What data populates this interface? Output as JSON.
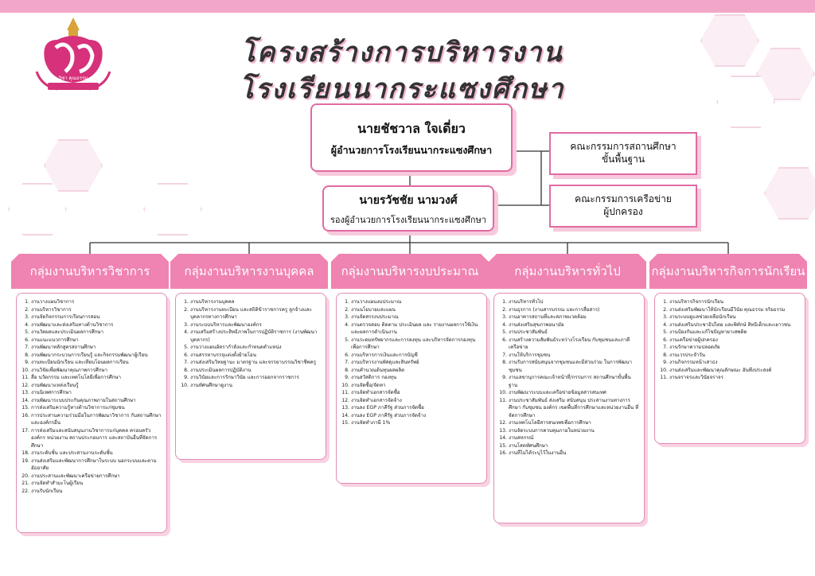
{
  "header": {
    "title_line1": "โครงสร้างการบริหารงาน",
    "title_line2": "โรงเรียนนากระแซงศึกษา"
  },
  "logo": {
    "icon": "school-crest-icon",
    "motto": "วิชา คุณธรรม"
  },
  "director": {
    "name": "นายชัชวาล ใจเดี่ยว",
    "position": "ผู้อำนวยการโรงเรียนนากระแซงศึกษา"
  },
  "deputy": {
    "name": "นายรวัชชัย นามวงศ์",
    "position": "รองผู้อำนวยการโรงเรียนนากระแซงศึกษา"
  },
  "committees": [
    {
      "line1": "คณะกรรมการสถานศึกษา",
      "line2": "ขั้นพื้นฐาน"
    },
    {
      "line1": "คณะกรรมการเครือข่าย",
      "line2": "ผู้ปกครอง"
    }
  ],
  "groups": [
    {
      "title": "กลุ่มงานบริหารวิชาการ",
      "items": [
        "งานวางแผนวิชาการ",
        "งานบริหารวิชาการ",
        "งานจัดกิจกรรมการเรียนการสอน",
        "งานพัฒนาและส่งเสริมทางด้านวิชาการ",
        "งานวัดผลและประเมินผลการศึกษา",
        "งานแนะแนวการศึกษา",
        "งานพัฒนาหลักสูตรสถานศึกษา",
        "งานพัฒนากระบวนการเรียนรู้ และกิจกรรมพัฒนาผู้เรียน",
        "งานทะเบียนนักเรียน และเทียบโอนผลการเรียน",
        "งานวิจัยเพื่อพัฒนาคุณภาพการศึกษา",
        "สื่อ นวัตกรรม และเทคโนโลยีเพื่อการศึกษา",
        "งานพัฒนาแหล่งเรียนรู้",
        "งานนิเทศการศึกษา",
        "งานพัฒนาระบบประกันคุณภาพภายในสถานศึกษา",
        "การส่งเสริมความรู้ทางด้านวิชาการแก่ชุมชน",
        "การประสานความร่วมมือในการพัฒนาวิชาการ กับสถานศึกษาและองค์กรอื่น",
        "การส่งเสริมและสนับสนุนงานวิชาการแก่บุคคล ครอบครัว องค์กร หน่วยงาน สถานประกอบการ และสถาบันอื่นที่จัดการศึกษา",
        "งานระดับชั้น และประสานงานระดับชั้น",
        "งานส่งเสริมและพัฒนาการศึกษาในระบบ นอกระบบและตามอัธยาศัย",
        "งานประสานและพัฒนาเครือข่ายการศึกษา",
        "งานจัดทำสำมะโนผู้เรียน",
        "งานรับนักเรียน"
      ]
    },
    {
      "title": "กลุ่มงานบริหารงานบุคคล",
      "items": [
        "งานบริหารงานบุคคล",
        "งานบริหารงานทะเบียน และสถิติข้าราชการครู ลูกจ้างและบุคลากรทางการศึกษา",
        "งานระบบบริหารและพัฒนาองค์กร",
        "งานเสริมสร้างประสิทธิภาพในการปฏิบัติราชการ (งานพัฒนาบุคลากร)",
        "งานวางแผนอัตรากำลังและกำหนดตำแหน่ง",
        "งานสรรหาบรรจุแต่งตั้งย้ายโอน",
        "งานส่งเสริมวิทยฐานะ มาตรฐาน และจรรยาบรรณวิชาชีพครู",
        "งานประเมินผลการปฏิบัติงาน",
        "งานวินัยและการรักษาวินัย และการออกจากราชการ",
        "งานทัศนศึกษาดูงาน"
      ]
    },
    {
      "title": "กลุ่มงานบริหารงบประมาณ",
      "items": [
        "งานวางแผนงบประมาณ",
        "งานนโยบายและแผน",
        "งานจัดสรรงบประมาณ",
        "งานตรวจสอบ ติดตาม ประเมินผล และ รายงานผลการใช้เงินและผลการดำเนินงาน",
        "งานระดมทรัพยากรและการลงทุน และบริหารจัดการกองทุนเพื่อการศึกษา",
        "งานบริหารการเงินและการบัญชี",
        "งานบริหารงานพัสดุและสินทรัพย์",
        "งานคำนวณต้นทุนผลผลิต",
        "งานสวัสดิการ กองทุน",
        "งานจัดซื้อ/จัดหา",
        "งานจัดทำเอกสารจัดซื้อ",
        "งานจัดทำเอกสารจัดจ้าง",
        "งานลง EGP ภาคีรัฐ ส่วนการจัดซื้อ",
        "งานลง EGP ภาคีรัฐ ส่วนการจัดจ้าง",
        "งานจัดทำภาษี 1%"
      ]
    },
    {
      "title": "กลุ่มงานบริหารทั่วไป",
      "items": [
        "งานบริหารทั่วไป",
        "งานธุรการ (งานสารบรรณ และการสื่อสาร)",
        "งานอาคารสถานที่และสภาพแวดล้อม",
        "งานส่งเสริมสุขภาพอนามัย",
        "งานประชาสัมพันธ์",
        "งานสร้างความสัมพันธ์ระหว่างโรงเรียน กับชุมชนและภาคีเครือข่าย",
        "งานให้บริการชุมชน",
        "งานรับการสนับสนุนจากชุมชนและมีส่วนร่วม ในการพัฒนาชุมชน",
        "งานเลขานุการคณะเจ้าหน้าที่/กรรมการ สถานศึกษาขั้นพื้นฐาน",
        "งานพัฒนาระบบและเครือข่ายข้อมูลสารสนเทศ",
        "งานประชาสัมพันธ์ ส่งเสริม สนับสนุน ประสานงานทางการศึกษา กับชุมชน องค์กร เขตพื้นที่การศึกษาและหน่วยงานอื่น ที่จัดการศึกษา",
        "งานเทคโนโลยีสารสนเทศเพื่อการศึกษา",
        "งานจัดระบบการควบคุมภายในหน่วยงาน",
        "งานสหกรณ์",
        "งานโสตทัศนศึกษา",
        "งานที่ไม่ได้ระบุไว้ในงานอื่น"
      ]
    },
    {
      "title": "กลุ่มงานบริหารกิจการนักเรียน",
      "items": [
        "งานบริหารกิจการนักเรียน",
        "งานส่งเสริมพัฒนาให้นักเรียนมีวินัย คุณธรรม จริยธรรม",
        "งานระบบดูแลช่วยเหลือนักเรียน",
        "งานส่งเสริมประชาธิปไตย และพิทักษ์ สิทธิเด็กและเยาวชน",
        "งานป้องกันและแก้ไขปัญหายาเสพติด",
        "งานเครือข่ายผู้ปกครอง",
        "งานรักษาความปลอดภัย",
        "งานเวรประจำวัน",
        "งานกิจกรรมหน้าเสาธง",
        "งานส่งเสริมและพัฒนาคุณลักษณะ อันพึงประสงค์",
        "งานจราจรและวินัยจราจร"
      ]
    }
  ]
}
